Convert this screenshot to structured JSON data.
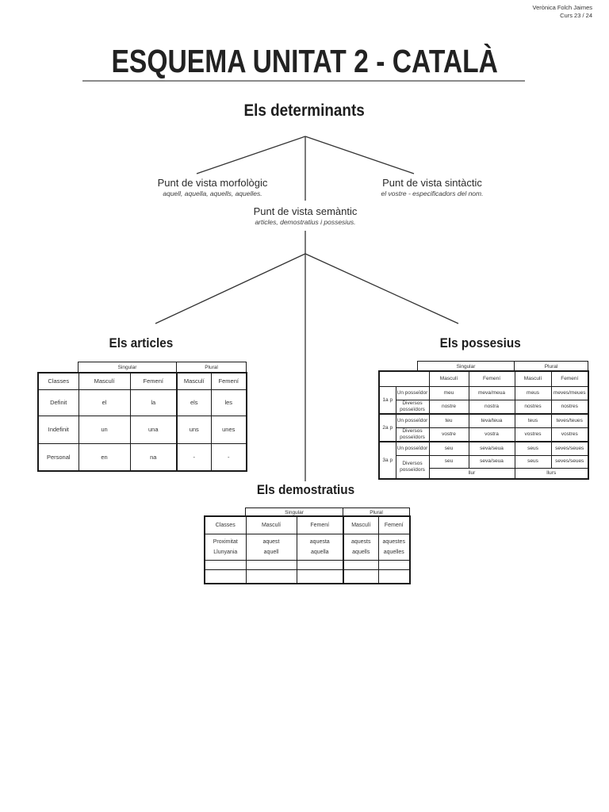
{
  "header": {
    "author": "Verònica Folch Jaimes",
    "course": "Curs 23 / 24"
  },
  "title": "ESQUEMA UNITAT 2 - CATALÀ",
  "tree": {
    "root": "Els determinants",
    "branches": {
      "morfologic": {
        "title": "Punt de vista morfològic",
        "subtitle": "aquell, aquella, aquells, aquelles."
      },
      "sintactic": {
        "title": "Punt de vista sintàctic",
        "subtitle": "el vostre - especificadors del nom."
      },
      "semantic": {
        "title": "Punt de vista semàntic",
        "subtitle": "articles, demostratius i possesius."
      }
    }
  },
  "tables": {
    "articles": {
      "title": "Els articles",
      "groups": {
        "singular": "Singular",
        "plural": "Plural"
      },
      "headers": {
        "classes": "Classes",
        "cols": [
          "Masculí",
          "Femení",
          "Masculí",
          "Femení"
        ]
      },
      "rows": [
        {
          "label": "Definit",
          "values": [
            "el",
            "la",
            "els",
            "les"
          ]
        },
        {
          "label": "Indefinit",
          "values": [
            "un",
            "una",
            "uns",
            "unes"
          ]
        },
        {
          "label": "Personal",
          "values": [
            "en",
            "na",
            "-",
            "-"
          ]
        }
      ]
    },
    "possesius": {
      "title": "Els possesius",
      "groups": {
        "singular": "Singular",
        "plural": "Plural"
      },
      "headers": {
        "cols": [
          "Masculí",
          "Femení",
          "Masculí",
          "Femení"
        ]
      },
      "rows": [
        {
          "person": "1a p",
          "type": "Un posseïdor",
          "values": [
            "meu",
            "meva/meua",
            "meus",
            "meves/meues"
          ]
        },
        {
          "type": "Diversos posseïdors",
          "values": [
            "nostre",
            "nostra",
            "nostres",
            "nostres"
          ]
        },
        {
          "person": "2a p",
          "type": "Un posseïdor",
          "values": [
            "teu",
            "teva/teua",
            "teus",
            "teves/teues"
          ]
        },
        {
          "type": "Diversos posseïdors",
          "values": [
            "vostre",
            "vostra",
            "vostres",
            "vostres"
          ]
        },
        {
          "person": "3a p",
          "type": "Un posseïdor",
          "values": [
            "seu",
            "seva/seua",
            "seus",
            "seves/seues"
          ]
        },
        {
          "type": "Diversos posseïdors",
          "values": [
            "seu",
            "seva/seua",
            "seus",
            "seves/seues"
          ]
        }
      ],
      "llur_row": {
        "singular": "llur",
        "plural": "llurs"
      }
    },
    "demostratius": {
      "title": "Els demostratius",
      "groups": {
        "singular": "Singular",
        "plural": "Plural"
      },
      "headers": {
        "classes": "Classes",
        "cols": [
          "Masculí",
          "Femení",
          "Masculí",
          "Femení"
        ]
      },
      "row": {
        "labels": [
          "Proximitat",
          "Llunyania"
        ],
        "line1": [
          "aquest",
          "aquesta",
          "aquests",
          "aquestes"
        ],
        "line2": [
          "aquell",
          "aquella",
          "aquells",
          "aquelles"
        ]
      }
    }
  }
}
